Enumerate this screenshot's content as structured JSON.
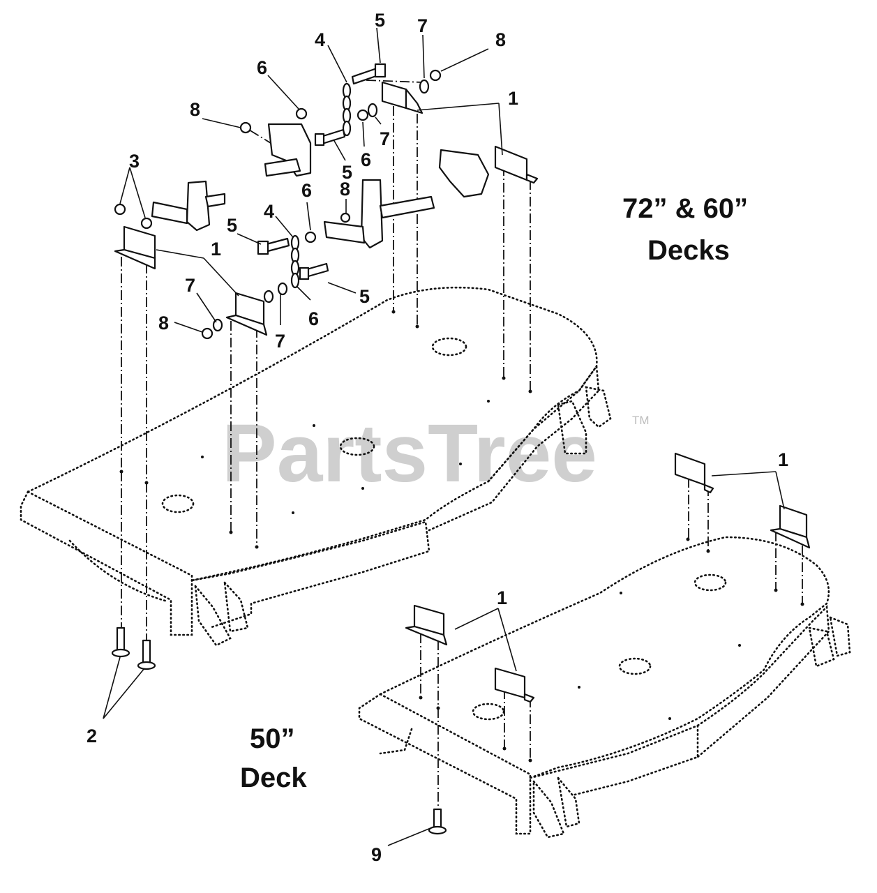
{
  "labels": {
    "decks_large_line1": "72” & 60”",
    "decks_large_line2": "Decks",
    "deck_small_line1": "50”",
    "deck_small_line2": "Deck"
  },
  "watermark": {
    "text": "PartsTree",
    "trademark": "TM"
  },
  "callouts": {
    "c1a": "1",
    "c1b": "1",
    "c1c": "1",
    "c1d": "1",
    "c2": "2",
    "c3": "3",
    "c4a": "4",
    "c4b": "4",
    "c5a": "5",
    "c5b": "5",
    "c5c": "5",
    "c5d": "5",
    "c6a": "6",
    "c6b": "6",
    "c6c": "6",
    "c6d": "6",
    "c7a": "7",
    "c7b": "7",
    "c7c": "7",
    "c7d": "7",
    "c8a": "8",
    "c8b": "8",
    "c8c": "8",
    "c8d": "8",
    "c9": "9"
  }
}
